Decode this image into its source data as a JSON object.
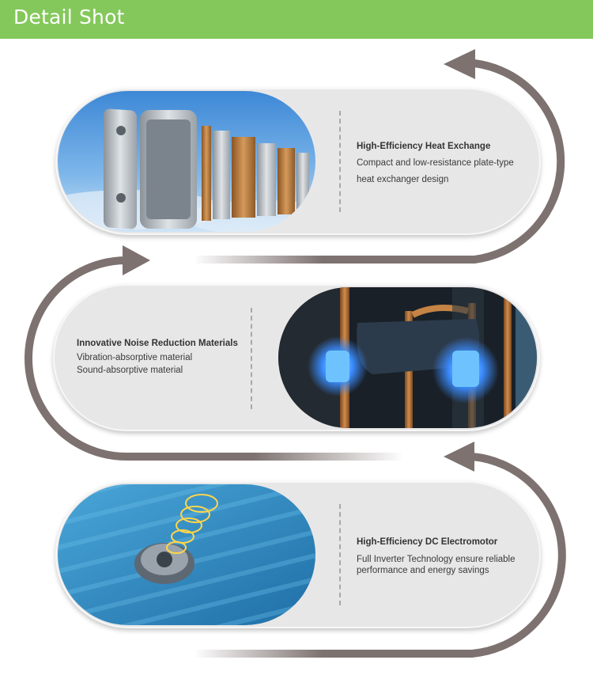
{
  "header": {
    "title": "Detail Shot"
  },
  "features": [
    {
      "title": "High-Efficiency Heat Exchange",
      "lines": [
        "Compact and low-resistance plate-type",
        "heat exchanger design"
      ],
      "image_icon": "plate-heat-exchanger-photo"
    },
    {
      "title": "Innovative Noise Reduction Materials",
      "lines": [
        "Vibration-absorptive material",
        "Sound-absorptive material"
      ],
      "image_icon": "glowing-compressor-mount-photo"
    },
    {
      "title": "High-Efficiency DC Electromotor",
      "lines": [
        "Full Inverter Technology ensure reliable",
        "performance and energy savings"
      ],
      "image_icon": "dc-motor-coil-photo"
    }
  ],
  "colors": {
    "header_bg": "#84c85b",
    "arrow": "#7d7270",
    "pill_bg": "#e8e7e8"
  }
}
